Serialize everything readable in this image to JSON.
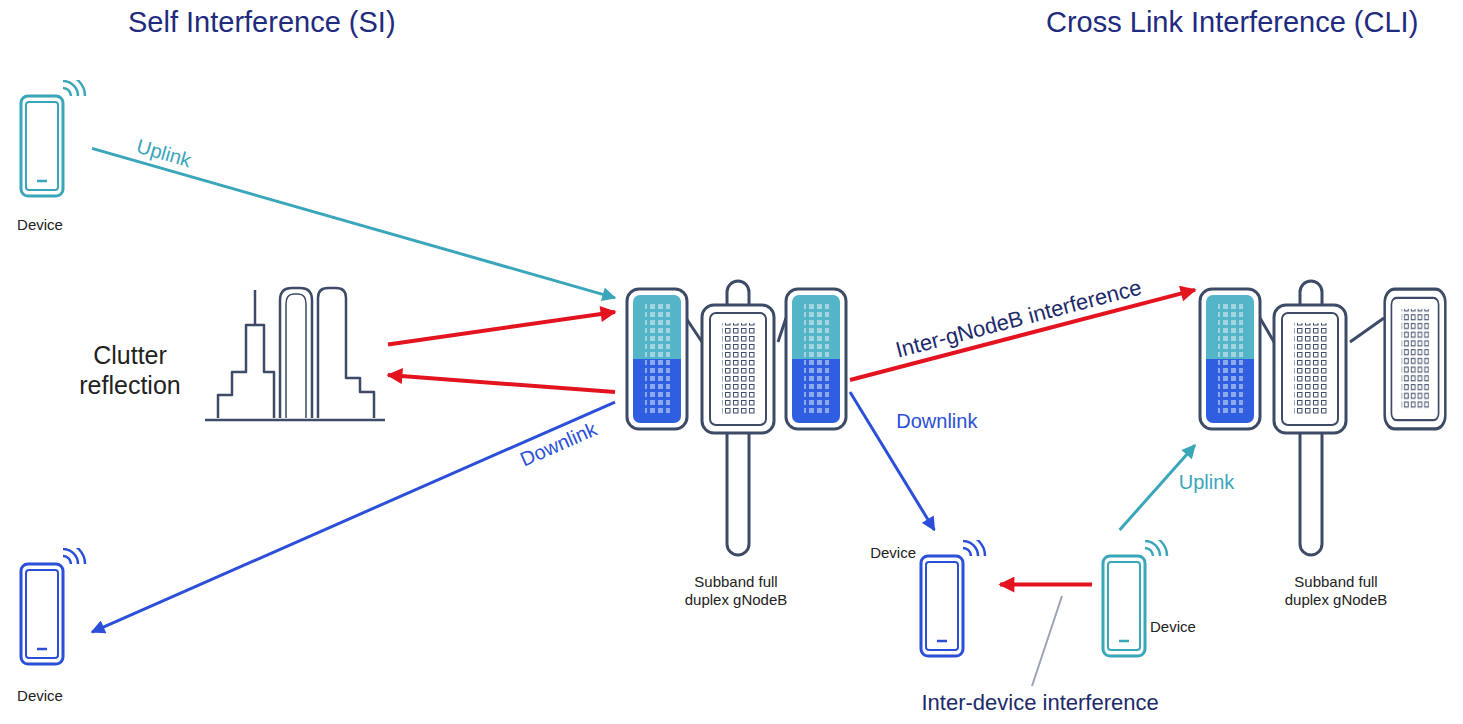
{
  "diagram": {
    "nodes": [
      {
        "text": [
          "Device"
        ]
      },
      {
        "text": [
          "Clutter reflection"
        ]
      },
      {
        "text": [
          "Device"
        ]
      },
      {
        "text": [
          "Subband full duplex gNodeB"
        ]
      },
      {
        "text": [
          "Device"
        ]
      },
      {
        "text": [
          "Device"
        ]
      },
      {
        "text": [
          "Subband full duplex gNodeB"
        ]
      }
    ],
    "edges": [
      {
        "from": 0,
        "to": 3,
        "arrow": "to",
        "label": "Uplink"
      },
      {
        "from": 1,
        "to": 3,
        "arrow": "to"
      },
      {
        "from": 3,
        "to": 1,
        "arrow": "to"
      },
      {
        "from": 3,
        "to": 2,
        "arrow": "to",
        "label": "Downlink"
      },
      {
        "from": 3,
        "to": 6,
        "arrow": "to",
        "label": "Inter-gNodeB interference"
      },
      {
        "from": 3,
        "to": 4,
        "arrow": "to",
        "label": "Downlink"
      },
      {
        "from": 5,
        "to": 6,
        "arrow": "to",
        "label": "Uplink"
      },
      {
        "from": 5,
        "to": 4,
        "arrow": "to"
      }
    ],
    "labels": [
      "Self Interference (SI)",
      "Cross Link Interference (CLI)",
      "Inter-device interference"
    ]
  }
}
